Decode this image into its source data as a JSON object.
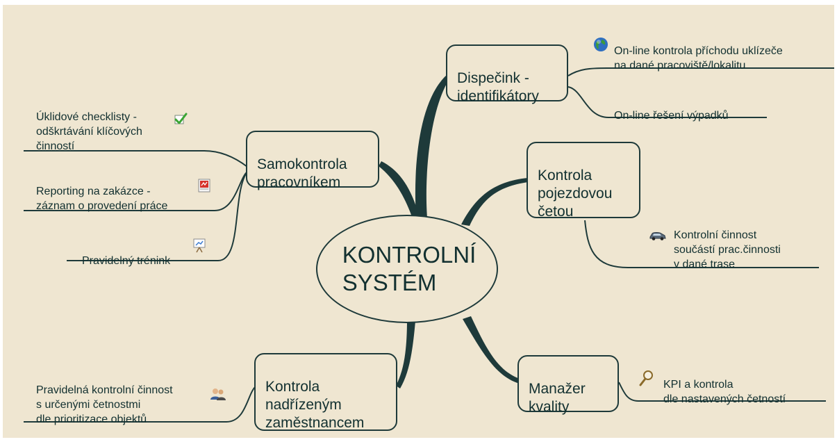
{
  "central_topic": "KONTROLNÍ\nSYSTÉM",
  "branches": {
    "dispecink": {
      "title": "Dispečink -\nidentifikátory",
      "items": [
        {
          "text": "On-line kontrola příchodu uklízeče\nna dané pracoviště/lokalitu",
          "icon": "globe-icon"
        },
        {
          "text": "On-line řešení výpadků"
        }
      ]
    },
    "samokontrola": {
      "title": "Samokontrola\npracovníkem",
      "items": [
        {
          "text": "Úklidové checklisty -\nodškrtávání klíčových\nčinností",
          "icon": "checkmark-icon"
        },
        {
          "text": "Reporting na zakázce -\nzáznam o provedení práce",
          "icon": "report-document-icon"
        },
        {
          "text": "Pravidelný trénink",
          "icon": "presentation-board-icon"
        }
      ]
    },
    "pojezdova": {
      "title": "Kontrola\npojezdovou\nčetou",
      "items": [
        {
          "text": "Kontrolní činnost\nsoučástí prac.činnosti\nv dané trase",
          "icon": "car-icon"
        }
      ]
    },
    "manazer": {
      "title": "Manažer\nkvality",
      "items": [
        {
          "text": "KPI a kontrola\ndle nastavených četností",
          "icon": "magnifier-icon"
        }
      ]
    },
    "nadrizeny": {
      "title": "Kontrola\nnadřízeným\nzaměstnancem",
      "items": [
        {
          "text": "Pravidelná kontrolní činnost\ns určenými četnostmi\ndle prioritizace objektů",
          "icon": "people-icon"
        }
      ]
    }
  },
  "colors": {
    "background": "#efe6d1",
    "line": "#1e3a3a",
    "text": "#123030"
  }
}
